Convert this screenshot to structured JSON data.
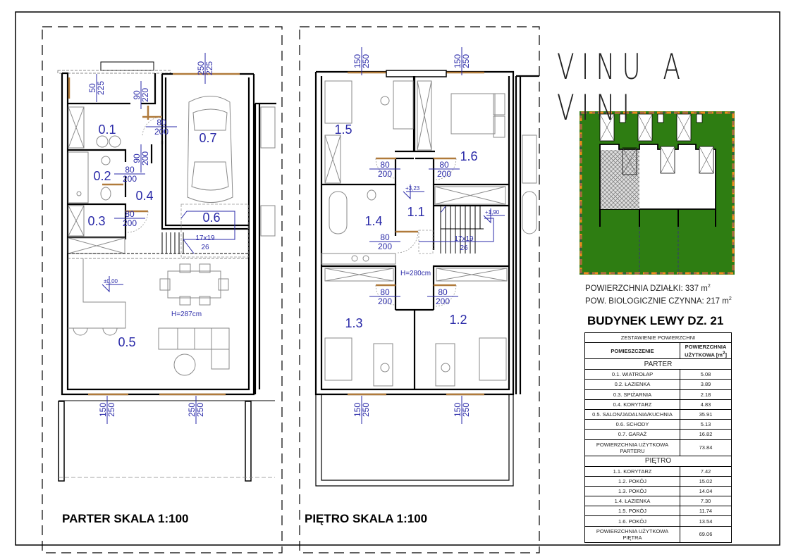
{
  "title": "VINU A VINI",
  "parter": {
    "title": "PARTER SKALA 1:100",
    "rooms": {
      "r01": "0.1",
      "r02": "0.2",
      "r03": "0.3",
      "r04": "0.4",
      "r05": "0.5",
      "r06": "0.6",
      "r07": "0.7"
    },
    "dims": [
      {
        "w": "50",
        "h": "225"
      },
      {
        "w": "90",
        "h": "220"
      },
      {
        "w": "250",
        "h": "225"
      },
      {
        "w": "80",
        "h": "200"
      },
      {
        "w": "90",
        "h": "200"
      },
      {
        "w": "80",
        "h": "200"
      },
      {
        "w": "80",
        "h": "200"
      },
      {
        "w": "150",
        "h": "250"
      },
      {
        "w": "250",
        "h": "250"
      }
    ],
    "stairs": {
      "size": "17x19",
      "count": "26"
    },
    "height": "H=287cm",
    "level": "±0,00"
  },
  "pietro": {
    "title": "PIĘTRO SKALA 1:100",
    "rooms": {
      "r11": "1.1",
      "r12": "1.2",
      "r13": "1.3",
      "r14": "1.4",
      "r15": "1.5",
      "r16": "1.6"
    },
    "dims": [
      {
        "w": "150",
        "h": "250"
      },
      {
        "w": "150",
        "h": "250"
      },
      {
        "w": "80",
        "h": "200"
      },
      {
        "w": "80",
        "h": "200"
      },
      {
        "w": "80",
        "h": "200"
      },
      {
        "w": "80",
        "h": "200"
      },
      {
        "w": "80",
        "h": "200"
      },
      {
        "w": "150",
        "h": "250"
      },
      {
        "w": "150",
        "h": "250"
      }
    ],
    "stairs": {
      "size": "17x19",
      "count": "26"
    },
    "height": "H=280cm",
    "level_top": "+3,23",
    "level_mid": "+1,90"
  },
  "site": {
    "plot_area_label": "POWIERZCHNIA DZIAŁKI: 337 m",
    "bio_area_label": "POW. BIOLOGICZNIE CZYNNA: 217 m",
    "sup": "2",
    "building": "BUDYNEK LEWY DZ. 21",
    "colors": {
      "grass": "#2e7d12",
      "border": "#f08a1e"
    }
  },
  "table": {
    "title": "ZESTAWIENIE POWIERZCHNI",
    "col_room": "POMIESZCZENIE",
    "col_area": "POWIERZCHNIA UŻYTKOWA [m",
    "col_area_sup": "2",
    "col_area_end": "]",
    "parter_label": "PARTER",
    "parter_rows": [
      {
        "name": "0.1. WIATROŁAP",
        "area": "5.08"
      },
      {
        "name": "0.2. ŁAZIENKA",
        "area": "3.89"
      },
      {
        "name": "0.3. SPIŻARNIA",
        "area": "2.18"
      },
      {
        "name": "0.4. KORYTARZ",
        "area": "4.83"
      },
      {
        "name": "0.5. SALON/JADALNIA/KUCHNIA",
        "area": "35.91"
      },
      {
        "name": "0.6. SCHODY",
        "area": "5.13"
      },
      {
        "name": "0.7. GARAŻ",
        "area": "16.82"
      }
    ],
    "parter_sum": {
      "name": "POWIERZCHNIA UŻYTKOWA PARTERU",
      "area": "73.84"
    },
    "pietro_label": "PIĘTRO",
    "pietro_rows": [
      {
        "name": "1.1. KORYTARZ",
        "area": "7.42"
      },
      {
        "name": "1.2. POKÓJ",
        "area": "15.02"
      },
      {
        "name": "1.3. POKÓJ",
        "area": "14.04"
      },
      {
        "name": "1.4. ŁAZIENKA",
        "area": "7.30"
      },
      {
        "name": "1.5. POKÓJ",
        "area": "11.74"
      },
      {
        "name": "1.6. POKÓJ",
        "area": "13.54"
      }
    ],
    "pietro_sum": {
      "name": "POWIERZCHNIA UŻYTKOWA PIĘTRA",
      "area": "69.06"
    }
  }
}
